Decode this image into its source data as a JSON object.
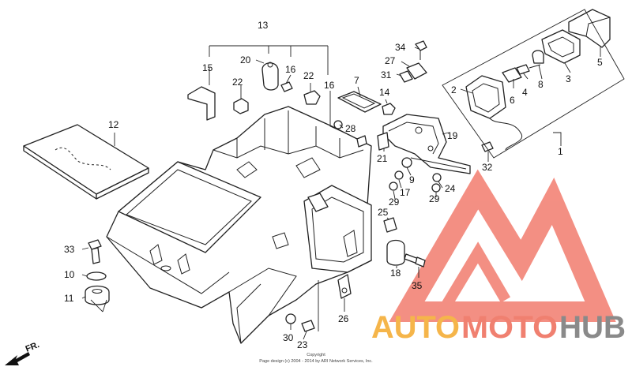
{
  "callouts": [
    "1",
    "2",
    "3",
    "4",
    "5",
    "6",
    "7",
    "8",
    "9",
    "10",
    "11",
    "12",
    "13",
    "14",
    "15",
    "16",
    "16",
    "17",
    "18",
    "19",
    "20",
    "21",
    "22",
    "22",
    "23",
    "24",
    "25",
    "26",
    "27",
    "28",
    "29",
    "29",
    "30",
    "31",
    "32",
    "33",
    "34",
    "35"
  ],
  "direction_label": "FR.",
  "copyright": {
    "line1": "Copyright",
    "line2": "Page design (c) 2004 - 2014 by ARI Network Services, Inc."
  },
  "watermark": {
    "auto": "AUTO",
    "moto": "MOTO",
    "hub": "HUB",
    "colors": {
      "auto": "#f5b54a",
      "moto": "#f08070",
      "hub": "#8a8a8a",
      "logo": "#f06a5a"
    }
  }
}
